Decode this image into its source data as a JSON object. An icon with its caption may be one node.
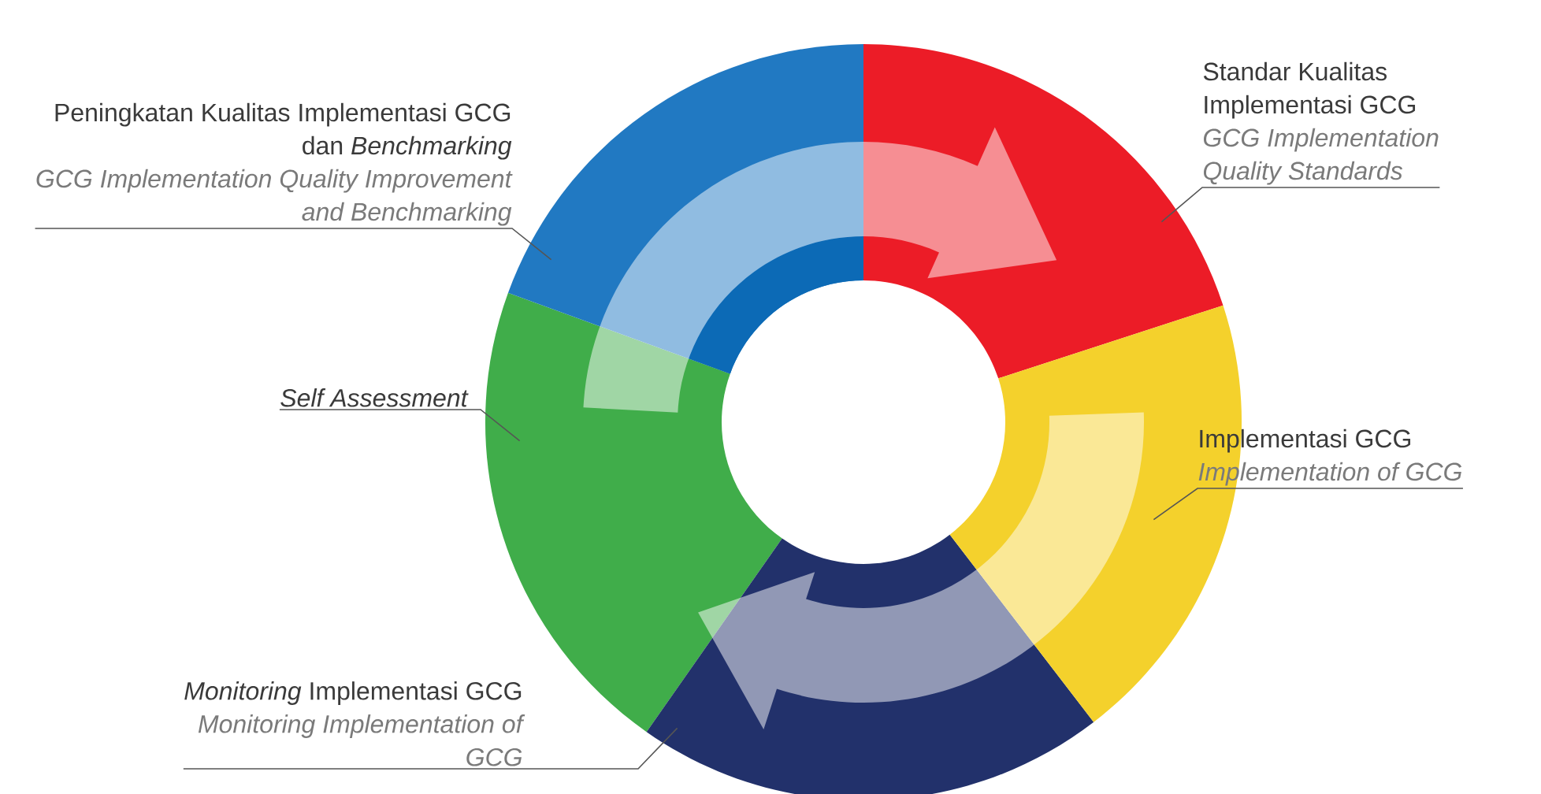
{
  "diagram": {
    "nodes": [
      {
        "text": [
          "Peningkatan Kualitas Implementasi GCG dan *Benchmarking*",
          "GCG Implementation Quality Improvement and Benchmarking"
        ]
      },
      {
        "text": [
          "Standar Kualitas Implementasi GCG",
          "GCG Implementation Quality Standards"
        ]
      },
      {
        "text": [
          "Self Assessment"
        ]
      },
      {
        "text": [
          "Implementasi GCG",
          "Implementation of GCG"
        ]
      },
      {
        "text": [
          "*Monitoring* Implementasi GCG",
          "Monitoring Implementation of GCG"
        ]
      },
      {
        "text": [],
        "shape": "segment"
      },
      {
        "text": [],
        "shape": "segment"
      },
      {
        "text": [],
        "shape": "segment"
      },
      {
        "text": [],
        "shape": "segment"
      },
      {
        "text": [],
        "shape": "segment"
      }
    ],
    "edges": [
      {
        "from": 0,
        "to": 6,
        "arrow": "none"
      },
      {
        "from": 1,
        "to": 8,
        "arrow": "none"
      },
      {
        "from": 2,
        "to": 5,
        "arrow": "none"
      },
      {
        "from": 3,
        "to": 9,
        "arrow": "none"
      },
      {
        "from": 4,
        "to": 7,
        "arrow": "none"
      },
      {
        "from": 5,
        "to": 8,
        "arrow": "to"
      },
      {
        "from": 9,
        "to": 5,
        "arrow": "to"
      }
    ]
  }
}
